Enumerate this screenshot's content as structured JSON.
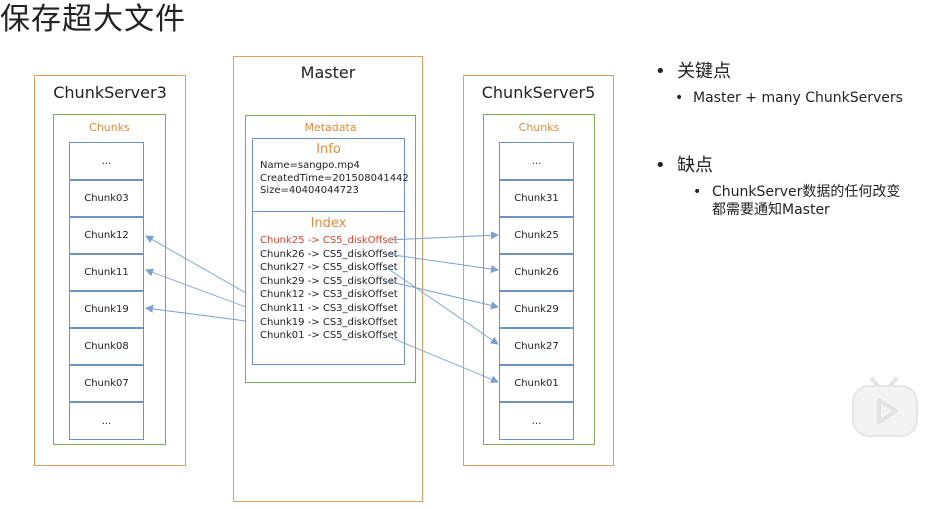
{
  "title": "保存超大文件",
  "master": {
    "label": "Master",
    "metadata_label": "Metadata",
    "info": {
      "label": "Info",
      "lines": [
        "Name=sangpo.mp4",
        "CreatedTime=201508041442",
        "Size=40404044723"
      ]
    },
    "index": {
      "label": "Index",
      "lines": [
        "Chunk25 -> CS5_diskOffset",
        "Chunk26 -> CS5_diskOffset",
        "Chunk27 -> CS5_diskOffset",
        "Chunk29 -> CS5_diskOffset",
        "Chunk12 -> CS3_diskOffset",
        "Chunk11 -> CS3_diskOffset",
        "Chunk19 -> CS3_diskOffset",
        "Chunk01 -> CS5_diskOffset"
      ]
    }
  },
  "cs3": {
    "label": "ChunkServer3",
    "chunks_label": "Chunks",
    "chunks": [
      "...",
      "Chunk03",
      "Chunk12",
      "Chunk11",
      "Chunk19",
      "Chunk08",
      "Chunk07",
      "..."
    ]
  },
  "cs5": {
    "label": "ChunkServer5",
    "chunks_label": "Chunks",
    "chunks": [
      "...",
      "Chunk31",
      "Chunk25",
      "Chunk26",
      "Chunk29",
      "Chunk27",
      "Chunk01",
      "..."
    ]
  },
  "notes": {
    "key_points": {
      "heading": "关键点",
      "items": [
        "Master + many ChunkServers"
      ]
    },
    "drawbacks": {
      "heading": "缺点",
      "items": [
        "ChunkServer数据的任何改变",
        "都需要通知Master"
      ]
    }
  },
  "colors": {
    "server_border": "#e0a060",
    "group_border": "#7daa5a",
    "cell_border": "#6b93c6",
    "arrow": "#7a9fcf",
    "highlight": "#d9422a"
  },
  "icons": [
    "play-icon"
  ]
}
